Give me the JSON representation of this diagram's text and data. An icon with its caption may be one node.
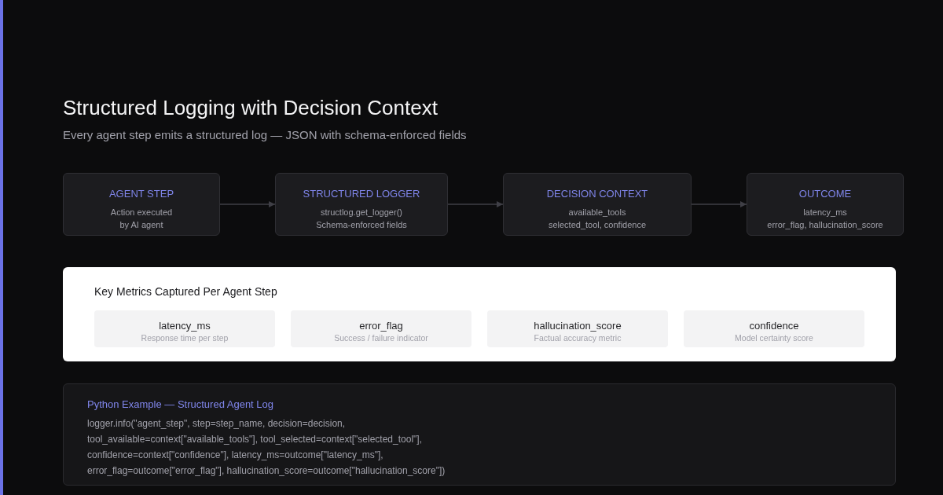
{
  "diagram": {
    "title": "Structured Logging with Decision Context",
    "nodes": [
      {
        "text": [
          "AGENT STEP",
          "Action executed by AI agent"
        ]
      },
      {
        "text": [
          "STRUCTURED LOGGER",
          "structlog.get_logger()",
          "Schema-enforced fields"
        ]
      },
      {
        "text": [
          "DECISION CONTEXT",
          "available_tools",
          "selected_tool, confidence"
        ]
      },
      {
        "text": [
          "OUTCOME",
          "latency_ms",
          "error_flag, hallucination_score"
        ]
      },
      {
        "text": [
          "Key Metrics Captured Per Agent Step"
        ]
      },
      {
        "text": [
          "latency_ms",
          "Response time per step"
        ],
        "in": 4
      },
      {
        "text": [
          "error_flag",
          "Success / failure indicator"
        ],
        "in": 4
      },
      {
        "text": [
          "hallucination_score",
          "Factual accuracy metric"
        ],
        "in": 4
      },
      {
        "text": [
          "confidence",
          "Model certainty score"
        ],
        "in": 4
      },
      {
        "text": [
          "Python Example — Structured Agent Log",
          "logger.info(\"agent_step\", step=step_name, decision=decision, tool_available=context[\"available_tools\"], tool_selected=context[\"selected_tool\"], confidence=context[\"confidence\"], latency_ms=outcome[\"latency_ms\"], error_flag=outcome[\"error_flag\"], hallucination_score=outcome[\"hallucination_score\"])"
        ]
      }
    ],
    "edges": [
      {
        "from": 0,
        "to": 1,
        "arrow": "to"
      },
      {
        "from": 1,
        "to": 2,
        "arrow": "to"
      },
      {
        "from": 2,
        "to": 3,
        "arrow": "to"
      }
    ],
    "labels": [
      "Every agent step emits a structured log — JSON with schema-enforced fields"
    ]
  }
}
